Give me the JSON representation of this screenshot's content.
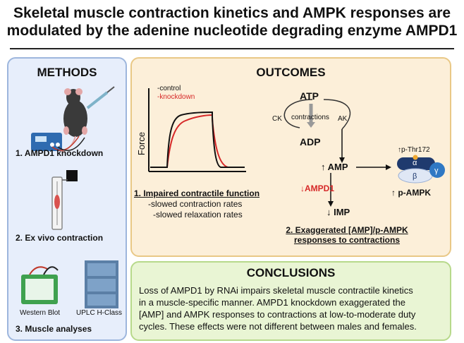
{
  "title": {
    "line1": "Skeletal muscle contraction kinetics and AMPK responses are",
    "line2": "modulated by the adenine nucleotide degrading enzyme AMPD1"
  },
  "methods": {
    "heading": "METHODS",
    "step1": "1. AMPD1 knockdown",
    "step2": "2. Ex vivo contraction",
    "step3": "3. Muscle analyses",
    "western_blot": "Western Blot",
    "uplc": "UPLC H-Class"
  },
  "outcomes": {
    "heading": "OUTCOMES",
    "legend_control": "-control",
    "legend_knockdown": "-knockdown",
    "ylabel": "Force",
    "finding1_title": "1. Impaired contractile function",
    "finding1_line1": "-slowed contraction rates",
    "finding1_line2": "-slowed relaxation rates",
    "atp": "ATP",
    "adp": "ADP",
    "ck": "CK",
    "ak": "AK",
    "contractions": "contractions",
    "amp": "↑ AMP",
    "ampd1": "↓AMPD1",
    "imp": "↓ IMP",
    "pthr": "↑p-Thr172",
    "alpha": "α",
    "beta": "β",
    "gamma": "γ",
    "pampk": "↑ p-AMPK",
    "finding2_line1": "2. Exaggerated [AMP]/p-AMPK",
    "finding2_line2": "responses to contractions"
  },
  "conclusions": {
    "heading": "CONCLUSIONS",
    "lines": [
      "Loss of AMPD1 by RNAi impairs skeletal muscle contractile kinetics",
      "in a muscle-specific manner. AMPD1 knockdown exaggerated the",
      "[AMP] and AMPK responses to contractions at low-to-moderate duty",
      "cycles. These effects were not different between males and females."
    ]
  },
  "colors": {
    "control": "#111111",
    "knockdown": "#d62828",
    "ampd1": "#d62828",
    "methods_bg": "#e7eefb",
    "outcomes_bg": "#fcefd9",
    "conclusions_bg": "#e9f5d4",
    "ampk_alpha": "#1f3a6e",
    "ampk_beta": "#dfe7f5",
    "ampk_gamma": "#2f78c4"
  },
  "icons": [
    "mouse-icon",
    "syringe-icon",
    "electroporator-icon",
    "organ-bath-icon",
    "gel-box-icon",
    "uplc-instrument-icon"
  ]
}
